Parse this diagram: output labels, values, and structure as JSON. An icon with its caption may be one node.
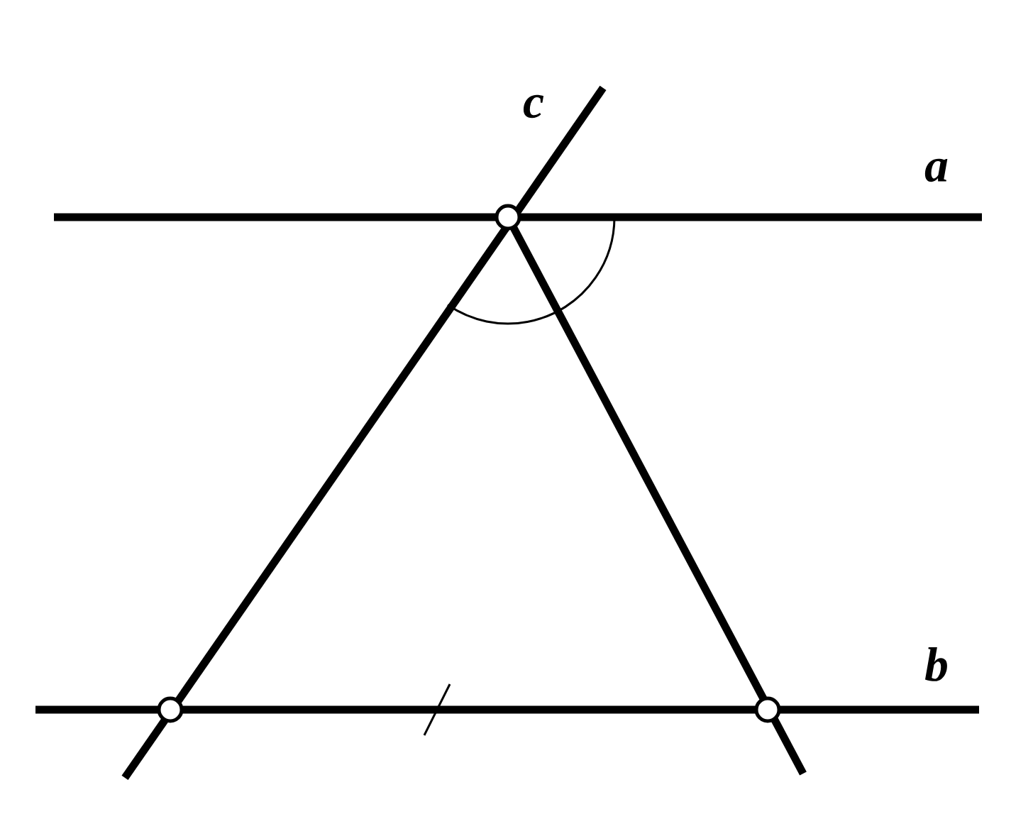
{
  "diagram": {
    "labels": [
      "c",
      "a",
      "b"
    ]
  }
}
